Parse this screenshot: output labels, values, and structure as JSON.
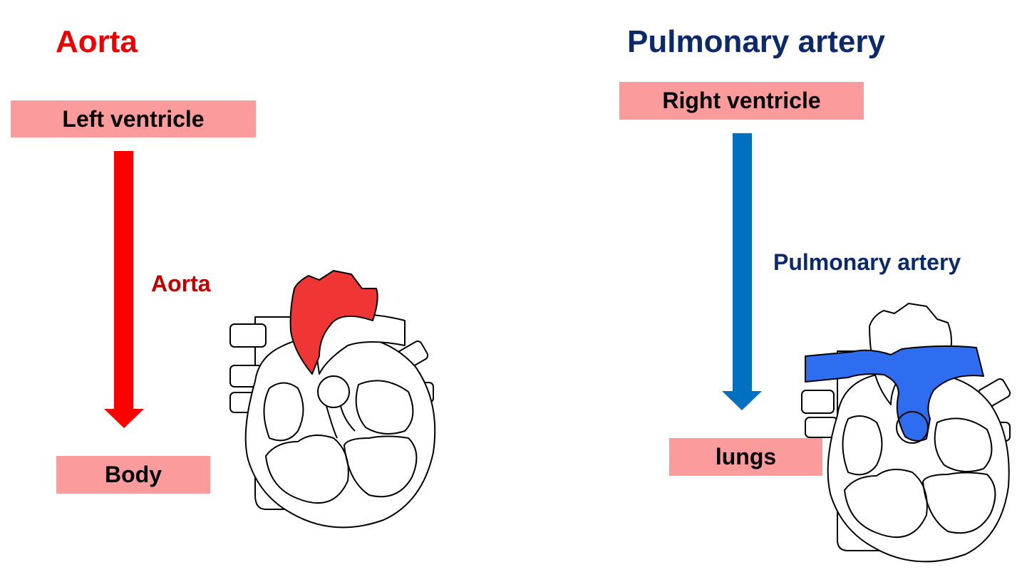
{
  "left_panel": {
    "title": "Aorta",
    "source": "Left ventricle",
    "vessel_label": "Aorta",
    "destination": "Body",
    "accent_color": "#ee0000",
    "vessel_color": "#f03535"
  },
  "right_panel": {
    "title": "Pulmonary artery",
    "source": "Right ventricle",
    "vessel_label": "Pulmonary artery",
    "destination": "lungs",
    "accent_color": "#0070c0",
    "vessel_color": "#2e6cf0"
  },
  "box_color": "#fb9b9b",
  "icons": [
    "down-arrow-icon",
    "heart-diagram-icon"
  ]
}
